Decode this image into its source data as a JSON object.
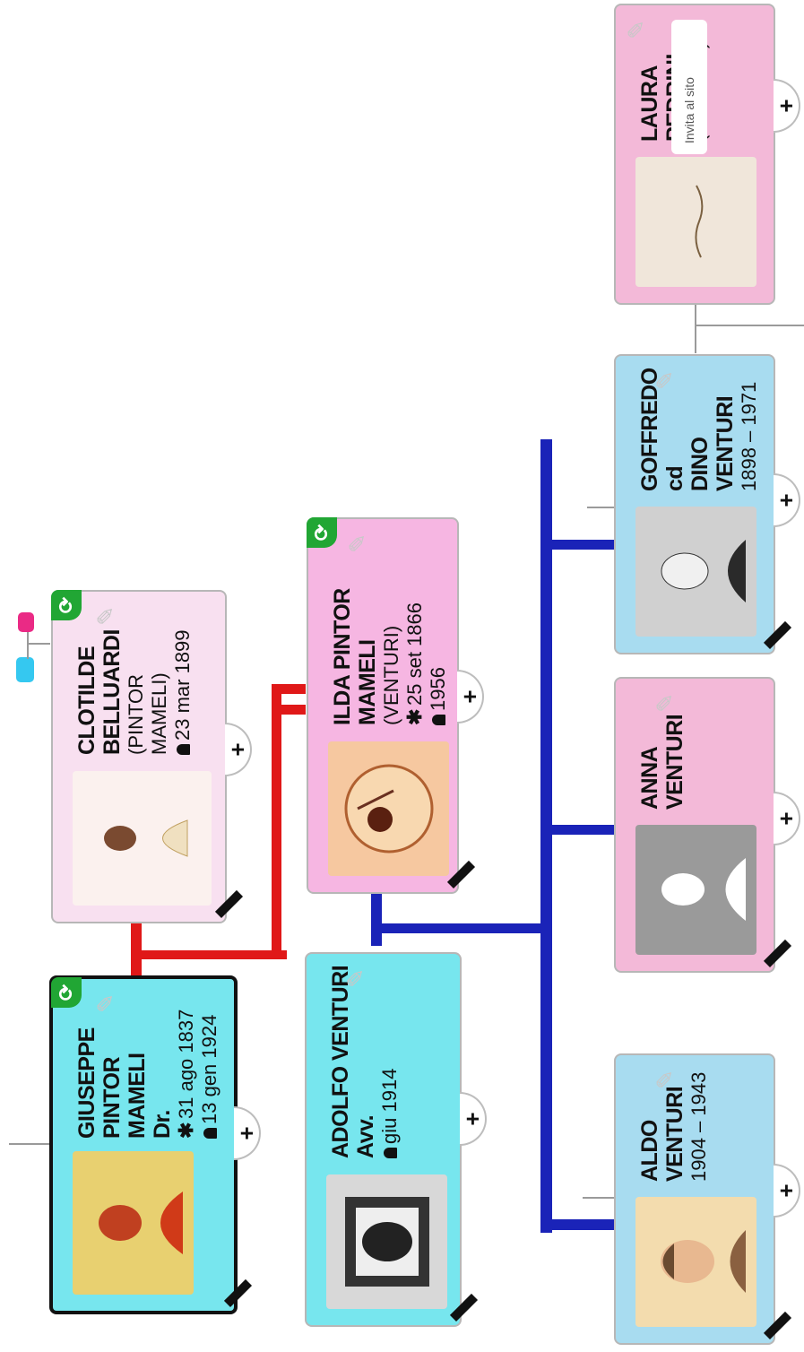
{
  "cards": {
    "giuseppe": {
      "name1": "GIUSEPPE",
      "name2": "PINTOR MAMELI",
      "title": "Dr.",
      "birth": "31 ago 1837",
      "death": "13 gen 1924",
      "add": "+"
    },
    "clotilde": {
      "name1": "CLOTILDE",
      "name2": "BELLUARDI",
      "maiden": "(PINTOR MAMELI)",
      "death": "23 mar 1899",
      "add": "+"
    },
    "adolfo": {
      "name1": "ADOLFO VENTURI",
      "title": "Avv.",
      "death": "giu 1914",
      "add": "+"
    },
    "ilda": {
      "name1": "ILDA PINTOR",
      "name2": "MAMELI",
      "maiden": "(VENTURI)",
      "birth": "25 set 1866",
      "death": "1956",
      "add": "+"
    },
    "aldo": {
      "name1": "ALDO VENTURI",
      "years": "1904 – 1943",
      "add": "+"
    },
    "anna": {
      "name1": "ANNA VENTURI",
      "add": "+"
    },
    "goffredo": {
      "name1": "GOFFREDO cd",
      "name2": "DINO VENTURI",
      "years": "1898 – 1971",
      "add": "+"
    },
    "laura": {
      "name1": "LAURA PEDRINI",
      "maiden": "(VENTURI)",
      "invite": "Invita al sito",
      "add": "+"
    }
  },
  "colors": {
    "male_card": "#a8dcf0",
    "male_highlight": "#77e6ee",
    "female_card": "#f3b9d8",
    "female_light": "#f8e0f0",
    "pink_bright": "#f6b6e2",
    "parents_line": "#e01818",
    "children_line": "#1a23b8",
    "sync_badge": "#21a634"
  },
  "icons": [
    "edit-pencil-icon",
    "sync-icon",
    "mourning-ribbon-icon",
    "plus-icon",
    "star-birth-icon",
    "tombstone-death-icon",
    "silhouette-placeholder-icon"
  ]
}
